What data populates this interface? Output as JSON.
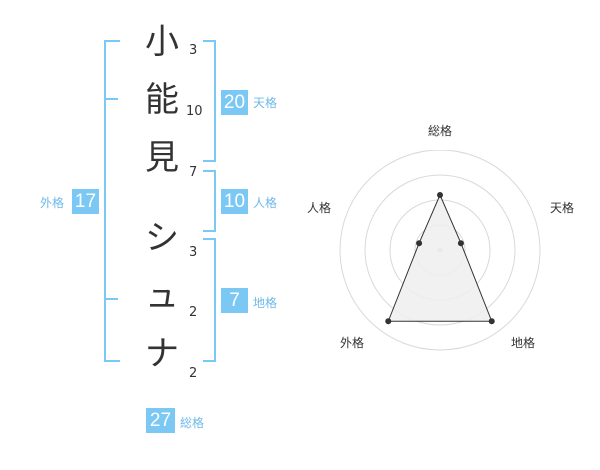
{
  "name": {
    "characters": [
      {
        "char": "小",
        "strokes": "3"
      },
      {
        "char": "能",
        "strokes": "10"
      },
      {
        "char": "見",
        "strokes": "7"
      },
      {
        "char": "シ",
        "strokes": "3"
      },
      {
        "char": "ュ",
        "strokes": "2"
      },
      {
        "char": "ナ",
        "strokes": "2"
      }
    ]
  },
  "kaku": {
    "tenkaku": {
      "value": "20",
      "label": "天格"
    },
    "jinkaku": {
      "value": "10",
      "label": "人格"
    },
    "chikaku": {
      "value": "7",
      "label": "地格"
    },
    "gaikaku": {
      "value": "17",
      "label": "外格"
    },
    "soukaku": {
      "value": "27",
      "label": "総格"
    }
  },
  "radar": {
    "axes": [
      "総格",
      "天格",
      "地格",
      "外格",
      "人格"
    ],
    "values": [
      0.55,
      0.22,
      0.88,
      0.88,
      0.22
    ],
    "colors": {
      "grid": "#d9d9d9",
      "fill": "#eeeeee",
      "stroke": "#333333",
      "point": "#333333"
    }
  },
  "colors": {
    "accent": "#7cc8f4"
  }
}
